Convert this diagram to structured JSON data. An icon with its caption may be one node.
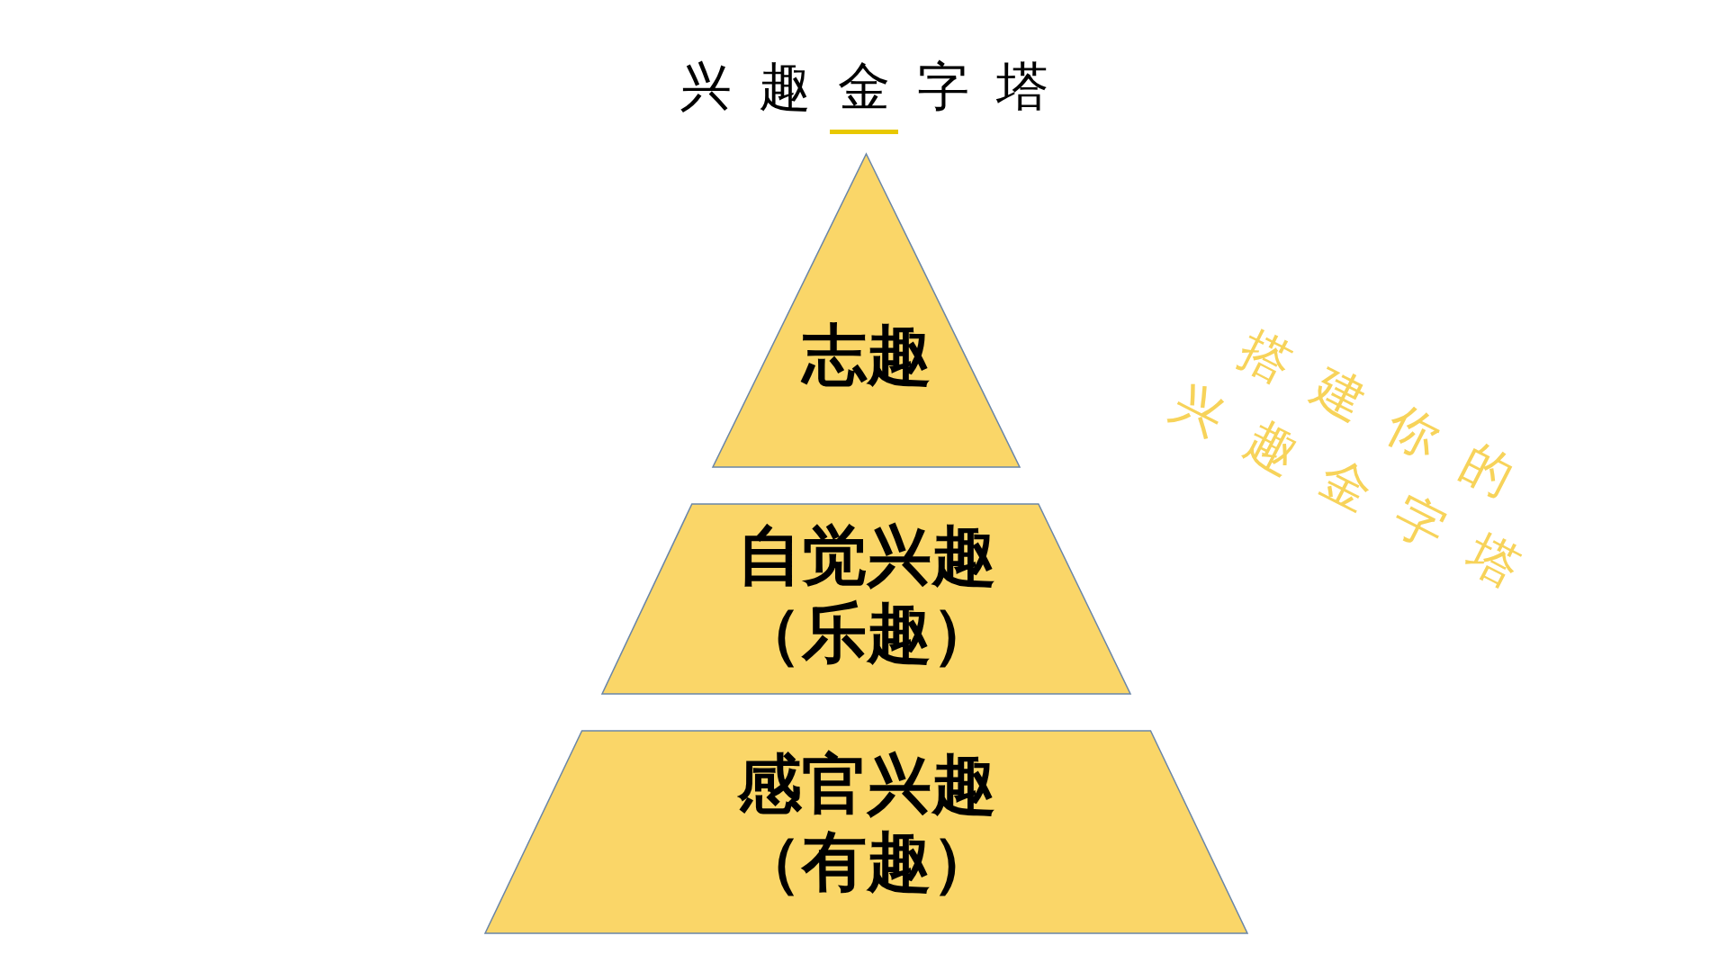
{
  "diagram": {
    "title": "兴趣金字塔",
    "nodes": [
      {
        "text": [
          "志趣"
        ]
      },
      {
        "text": [
          "自觉兴趣（乐趣）"
        ]
      },
      {
        "text": [
          "感官兴趣（有趣）"
        ]
      }
    ],
    "labels": [
      "搭建你的",
      "兴趣金字塔"
    ]
  }
}
